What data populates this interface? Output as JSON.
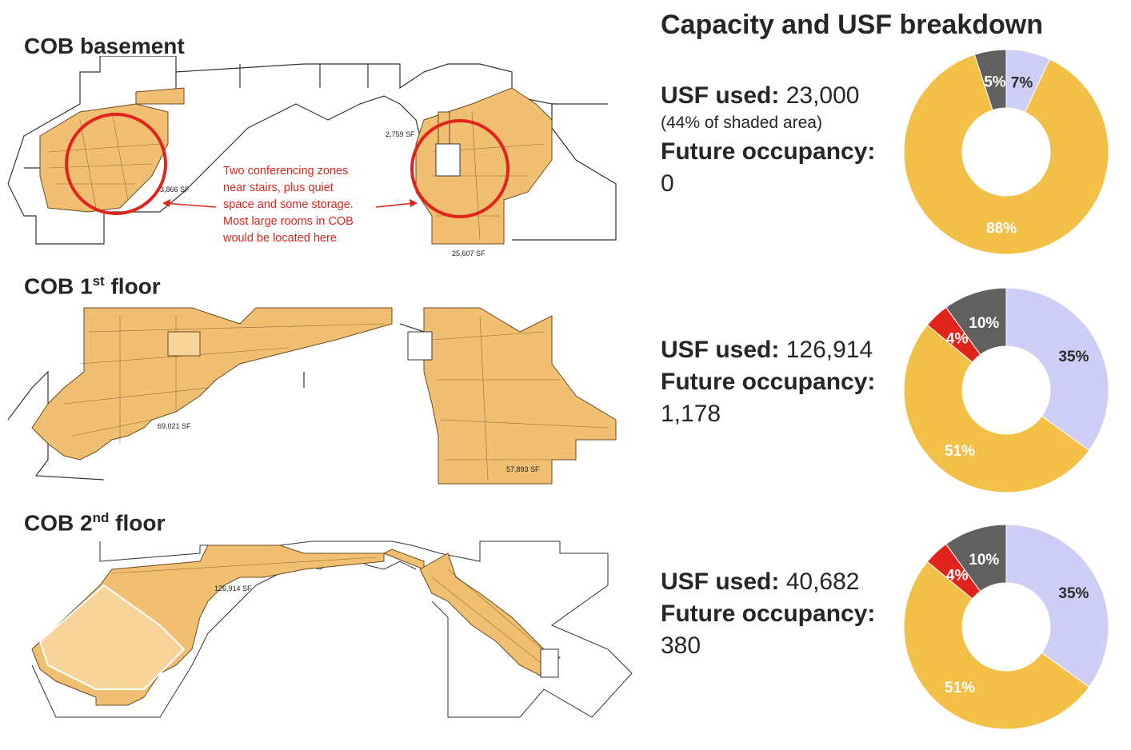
{
  "heading": "Capacity and USF breakdown",
  "colors": {
    "lavender": "#cdcdf5",
    "yellow": "#f2c046",
    "red": "#e0241b",
    "gray": "#606060",
    "plan_fill": "#f0bf72",
    "plan_line": "#6b4a1e"
  },
  "floors": [
    {
      "title_main": "COB basement",
      "title_sup": "",
      "title_rest": "",
      "usf_label": "USF used:",
      "usf_value": "23,000",
      "usf_note": "(44% of shaded area)",
      "occ_label": "Future occupancy:",
      "occ_value": "0",
      "areas": [
        "3,866 SF",
        "2,759 SF",
        "25,607 SF"
      ],
      "annotation": [
        "Two conferencing zones",
        "near stairs, plus quiet",
        "space and some storage.",
        "Most large rooms in COB",
        "would be located here"
      ]
    },
    {
      "title_main": "COB 1",
      "title_sup": "st",
      "title_rest": " floor",
      "usf_label": "USF used:",
      "usf_value": "126,914",
      "usf_note": "",
      "occ_label": "Future occupancy:",
      "occ_value": "1,178",
      "areas": [
        "69,021 SF",
        "57,893 SF"
      ]
    },
    {
      "title_main": "COB 2",
      "title_sup": "nd",
      "title_rest": " floor",
      "usf_label": "USF used:",
      "usf_value": "40,682",
      "usf_note": "",
      "occ_label": "Future occupancy:",
      "occ_value": "380",
      "areas": [
        "126,914 SF"
      ]
    }
  ],
  "chart_data": [
    {
      "type": "pie",
      "donut": true,
      "title": "",
      "slices": [
        {
          "value": 7,
          "label": "7%",
          "color": "#cdcdf5"
        },
        {
          "value": 88,
          "label": "88%",
          "color": "#f2c046"
        },
        {
          "value": 5,
          "label": "5%",
          "color": "#606060"
        }
      ]
    },
    {
      "type": "pie",
      "donut": true,
      "title": "",
      "slices": [
        {
          "value": 35,
          "label": "35%",
          "color": "#cdcdf5"
        },
        {
          "value": 51,
          "label": "51%",
          "color": "#f2c046"
        },
        {
          "value": 4,
          "label": "4%",
          "color": "#e0241b"
        },
        {
          "value": 10,
          "label": "10%",
          "color": "#606060"
        }
      ]
    },
    {
      "type": "pie",
      "donut": true,
      "title": "",
      "slices": [
        {
          "value": 35,
          "label": "35%",
          "color": "#cdcdf5"
        },
        {
          "value": 51,
          "label": "51%",
          "color": "#f2c046"
        },
        {
          "value": 4,
          "label": "4%",
          "color": "#e0241b"
        },
        {
          "value": 10,
          "label": "10%",
          "color": "#606060"
        }
      ]
    }
  ]
}
